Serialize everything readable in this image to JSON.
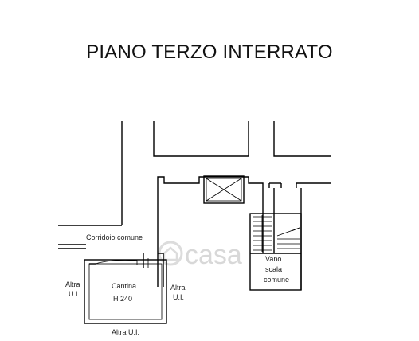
{
  "title": "PIANO TERZO INTERRATO",
  "labels": {
    "corridor": "Corridoio comune",
    "other_unit_left_1": "Altra",
    "other_unit_left_2": "U.I.",
    "other_unit_right_1": "Altra",
    "other_unit_right_2": "U.I.",
    "other_unit_bottom": "Altra U.I.",
    "cellar_name": "Cantina",
    "cellar_height": "H 240",
    "stair_1": "Vano",
    "stair_2": "scala",
    "stair_3": "comune"
  },
  "watermark": "casa"
}
